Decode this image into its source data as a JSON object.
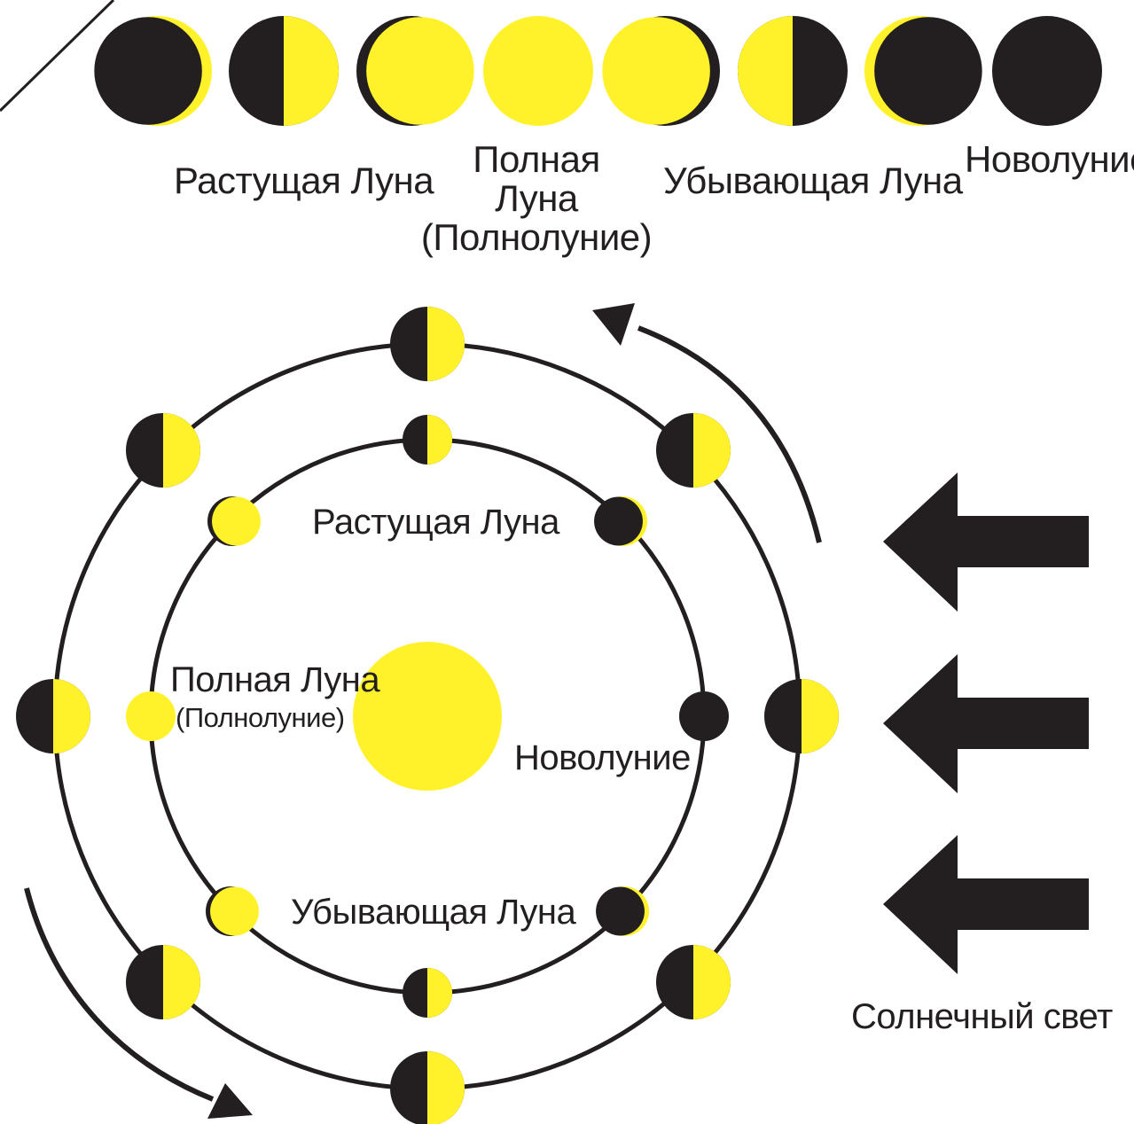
{
  "colors": {
    "light": "#fff22a",
    "dark": "#231f20",
    "background": "#ffffff"
  },
  "phase_strip": {
    "items": [
      {
        "name": "waxing-crescent"
      },
      {
        "name": "first-quarter"
      },
      {
        "name": "waxing-gibbous"
      },
      {
        "name": "full-moon"
      },
      {
        "name": "waning-gibbous"
      },
      {
        "name": "last-quarter"
      },
      {
        "name": "waning-crescent"
      },
      {
        "name": "new-moon"
      }
    ],
    "labels": {
      "waxing": "Растущая Луна",
      "full_line1": "Полная",
      "full_line2": "Луна",
      "full_line3": "(Полнолуние)",
      "waning": "Убывающая Луна",
      "new": "Новолуние"
    }
  },
  "orbit": {
    "labels": {
      "waxing": "Растущая Луна",
      "full": "Полная Луна",
      "full_paren": "(Полнолуние)",
      "new": "Новолуние",
      "waning": "Убывающая Луна"
    }
  },
  "sunlight": {
    "label": "Солнечный свет"
  }
}
